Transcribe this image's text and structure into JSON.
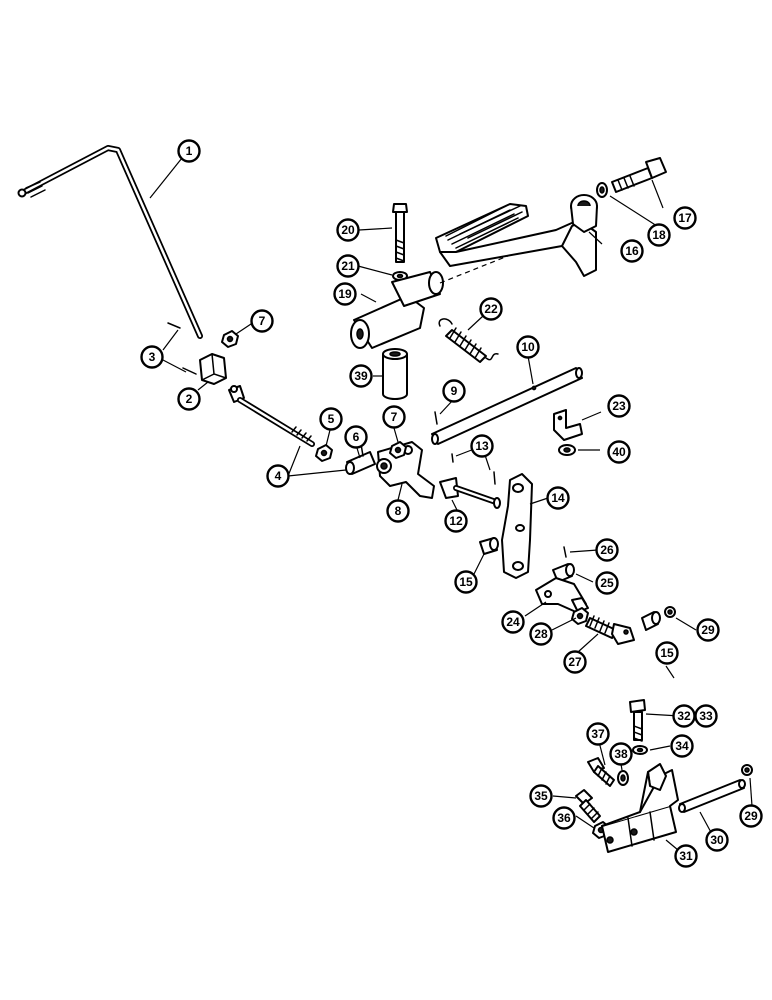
{
  "callouts": [
    {
      "id": "c1",
      "label": "1"
    },
    {
      "id": "c2",
      "label": "2"
    },
    {
      "id": "c3",
      "label": "3"
    },
    {
      "id": "c4",
      "label": "4"
    },
    {
      "id": "c5",
      "label": "5"
    },
    {
      "id": "c6",
      "label": "6"
    },
    {
      "id": "c7a",
      "label": "7"
    },
    {
      "id": "c7b",
      "label": "7"
    },
    {
      "id": "c8",
      "label": "8"
    },
    {
      "id": "c9",
      "label": "9"
    },
    {
      "id": "c10",
      "label": "10"
    },
    {
      "id": "c12",
      "label": "12"
    },
    {
      "id": "c13",
      "label": "13"
    },
    {
      "id": "c14",
      "label": "14"
    },
    {
      "id": "c15a",
      "label": "15"
    },
    {
      "id": "c15b",
      "label": "15"
    },
    {
      "id": "c16",
      "label": "16"
    },
    {
      "id": "c17",
      "label": "17"
    },
    {
      "id": "c18",
      "label": "18"
    },
    {
      "id": "c19",
      "label": "19"
    },
    {
      "id": "c20",
      "label": "20"
    },
    {
      "id": "c21",
      "label": "21"
    },
    {
      "id": "c22",
      "label": "22"
    },
    {
      "id": "c23",
      "label": "23"
    },
    {
      "id": "c24",
      "label": "24"
    },
    {
      "id": "c25",
      "label": "25"
    },
    {
      "id": "c26",
      "label": "26"
    },
    {
      "id": "c27",
      "label": "27"
    },
    {
      "id": "c28",
      "label": "28"
    },
    {
      "id": "c29a",
      "label": "29"
    },
    {
      "id": "c29b",
      "label": "29"
    },
    {
      "id": "c30",
      "label": "30"
    },
    {
      "id": "c31",
      "label": "31"
    },
    {
      "id": "c32",
      "label": "32"
    },
    {
      "id": "c33",
      "label": "33"
    },
    {
      "id": "c34",
      "label": "34"
    },
    {
      "id": "c35",
      "label": "35"
    },
    {
      "id": "c36",
      "label": "36"
    },
    {
      "id": "c37",
      "label": "37"
    },
    {
      "id": "c38",
      "label": "38"
    },
    {
      "id": "c39",
      "label": "39"
    },
    {
      "id": "c40",
      "label": "40"
    }
  ]
}
